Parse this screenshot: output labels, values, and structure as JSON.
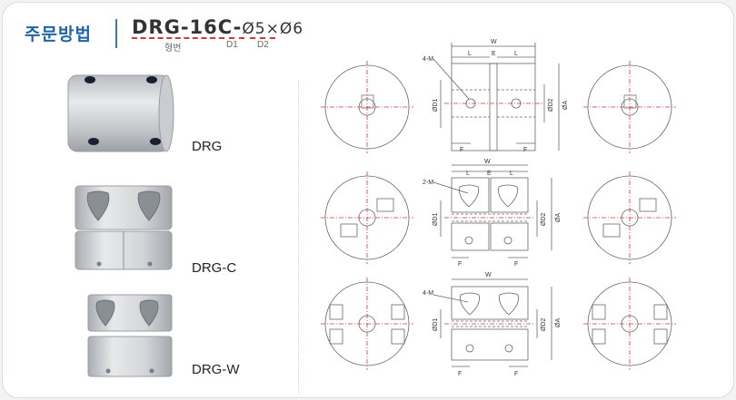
{
  "header": {
    "heading": "주문방법",
    "model_code": "DRG-16C-",
    "model_dims": "Ø5×Ø6",
    "labels": {
      "type": "형번",
      "d1": "D1",
      "d2": "D2"
    }
  },
  "products": [
    {
      "name": "DRG"
    },
    {
      "name": "DRG-C"
    },
    {
      "name": "DRG-W"
    }
  ],
  "drawings": {
    "drg": {
      "width": "W",
      "length_left": "L",
      "gap": "E",
      "length_right": "L",
      "holes": "4-M",
      "bore1": "ØD1",
      "bore2": "ØD2",
      "outer": "ØA",
      "flange": "F"
    },
    "drg_c": {
      "width": "W",
      "length_left": "L",
      "gap": "E",
      "length_right": "L",
      "holes": "2-M",
      "bore1": "ØD1",
      "bore2": "ØD2",
      "outer": "ØA",
      "flange": "F"
    },
    "drg_w": {
      "width": "W",
      "holes": "4-M",
      "bore1": "ØD1",
      "bore2": "ØD2",
      "outer": "ØA",
      "flange": "F"
    }
  },
  "colors": {
    "accent": "#1e64a8",
    "dash": "#dd3333",
    "line": "#555555"
  }
}
